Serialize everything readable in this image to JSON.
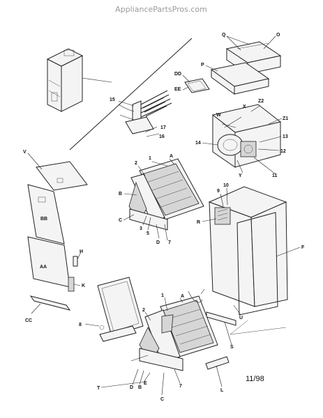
{
  "watermark": "AppliancePartsPros.com",
  "date_code": "11/98",
  "labels": {
    "Q": "Q",
    "O": "O",
    "P": "P",
    "DD": "DD",
    "EE": "EE",
    "Z2": "Z2",
    "Z1": "Z1",
    "X": "X",
    "W": "W",
    "n13": "13",
    "n12": "12",
    "n11": "11",
    "n14": "14",
    "Y": "Y",
    "n15": "15",
    "n16": "16",
    "n17": "17",
    "V": "V",
    "BB": "BB",
    "AA": "AA",
    "H": "H",
    "K": "K",
    "CC": "CC",
    "A1": "A",
    "n1a": "1",
    "n2a": "2",
    "B1": "B",
    "C1": "C",
    "n3": "3",
    "n5": "5",
    "D1": "D",
    "n7a": "7",
    "n9": "9",
    "n10": "10",
    "R": "R",
    "F": "F",
    "U": "U",
    "S": "S",
    "A2": "A",
    "n1b": "1",
    "n2b": "2",
    "n8": "8",
    "D2": "D",
    "B2": "B",
    "E": "E",
    "T": "T",
    "C2": "C",
    "n7b": "7",
    "L": "L"
  }
}
